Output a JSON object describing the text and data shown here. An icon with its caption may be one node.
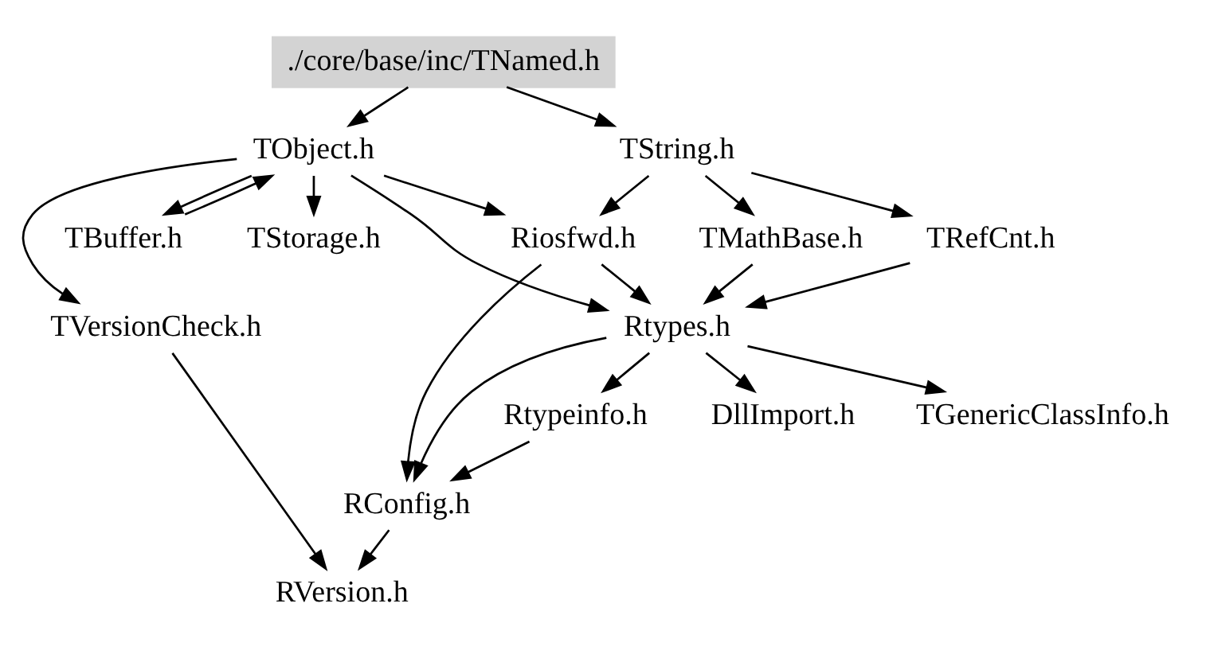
{
  "diagram": {
    "nodes": [
      {
        "text": [
          "./core/base/inc/TNamed.h"
        ]
      },
      {
        "text": [
          "TObject.h"
        ]
      },
      {
        "text": [
          "TString.h"
        ]
      },
      {
        "text": [
          "TBuffer.h"
        ]
      },
      {
        "text": [
          "TStorage.h"
        ]
      },
      {
        "text": [
          "Riosfwd.h"
        ]
      },
      {
        "text": [
          "TRefCnt.h"
        ]
      },
      {
        "text": [
          "TMathBase.h"
        ]
      },
      {
        "text": [
          "TVersionCheck.h"
        ]
      },
      {
        "text": [
          "Rtypes.h"
        ]
      },
      {
        "text": [
          "DllImport.h"
        ]
      },
      {
        "text": [
          "TGenericClassInfo.h"
        ]
      },
      {
        "text": [
          "Rtypeinfo.h"
        ]
      },
      {
        "text": [
          "RConfig.h"
        ]
      },
      {
        "text": [
          "RVersion.h"
        ]
      }
    ],
    "edges": [
      {
        "from": 0,
        "to": 1,
        "arrow": "to"
      },
      {
        "from": 0,
        "to": 2,
        "arrow": "to"
      },
      {
        "from": 1,
        "to": 3,
        "arrow": "to"
      },
      {
        "from": 3,
        "to": 1,
        "arrow": "to"
      },
      {
        "from": 1,
        "to": 4,
        "arrow": "to"
      },
      {
        "from": 1,
        "to": 5,
        "arrow": "to"
      },
      {
        "from": 1,
        "to": 8,
        "arrow": "to"
      },
      {
        "from": 1,
        "to": 9,
        "arrow": "to"
      },
      {
        "from": 2,
        "to": 5,
        "arrow": "to"
      },
      {
        "from": 2,
        "to": 6,
        "arrow": "to"
      },
      {
        "from": 2,
        "to": 7,
        "arrow": "to"
      },
      {
        "from": 5,
        "to": 9,
        "arrow": "to"
      },
      {
        "from": 5,
        "to": 13,
        "arrow": "to"
      },
      {
        "from": 6,
        "to": 9,
        "arrow": "to"
      },
      {
        "from": 7,
        "to": 9,
        "arrow": "to"
      },
      {
        "from": 8,
        "to": 14,
        "arrow": "to"
      },
      {
        "from": 9,
        "to": 10,
        "arrow": "to"
      },
      {
        "from": 9,
        "to": 11,
        "arrow": "to"
      },
      {
        "from": 9,
        "to": 12,
        "arrow": "to"
      },
      {
        "from": 9,
        "to": 13,
        "arrow": "to"
      },
      {
        "from": 12,
        "to": 13,
        "arrow": "to"
      },
      {
        "from": 13,
        "to": 14,
        "arrow": "to"
      }
    ]
  }
}
